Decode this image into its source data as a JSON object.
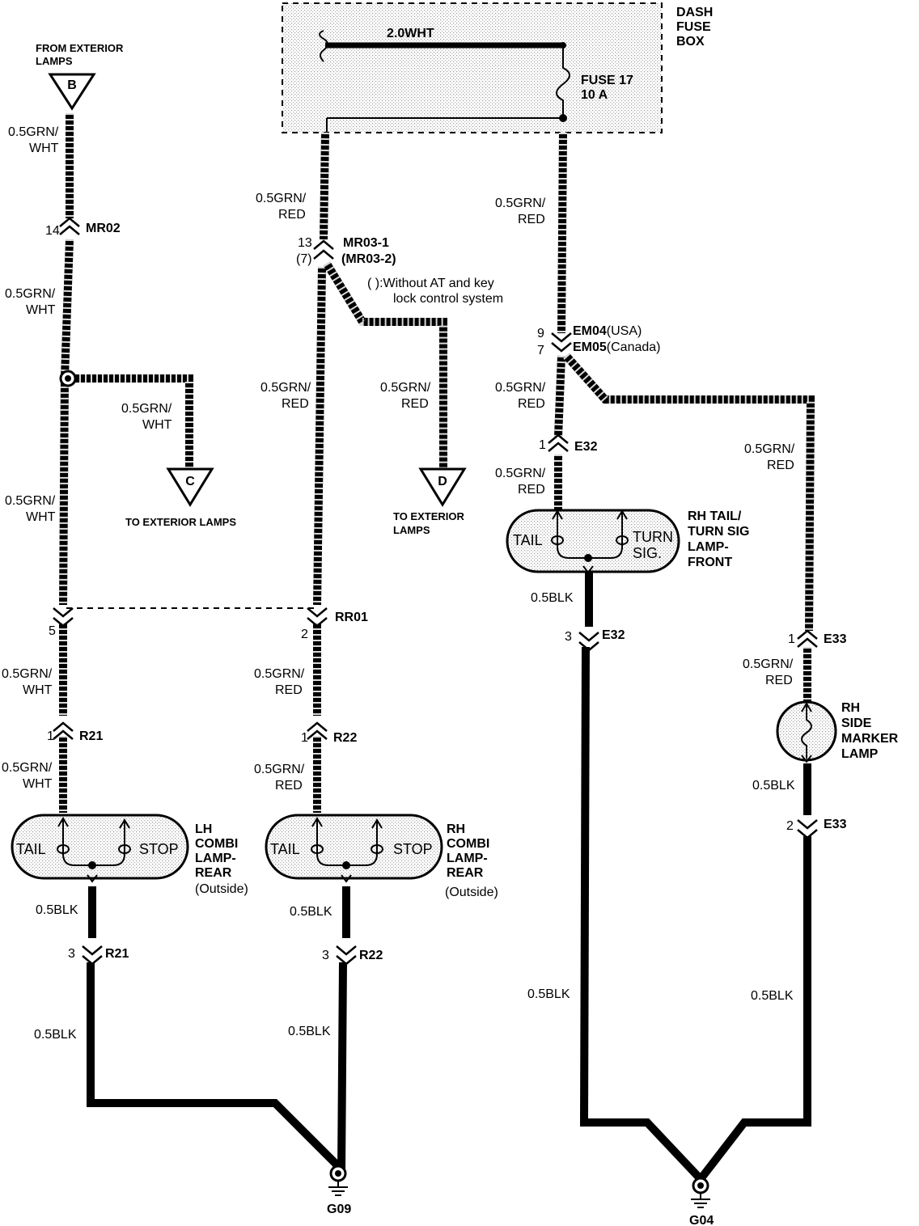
{
  "fuse_box": {
    "title": [
      "DASH",
      "FUSE",
      "BOX"
    ],
    "feed_wire": "2.0WHT",
    "fuse": [
      "FUSE 17",
      "10 A"
    ]
  },
  "wires": {
    "grn_wht_top": [
      "0.5GRN/",
      "WHT"
    ],
    "grn_wht_mid": [
      "0.5GRN/",
      "WHT"
    ],
    "grn_wht_branch_c": [
      "0.5GRN/",
      "WHT"
    ],
    "grn_wht_low": [
      "0.5GRN/",
      "WHT"
    ],
    "grn_wht_r01": [
      "0.5GRN/",
      "WHT"
    ],
    "grn_wht_r21": [
      "0.5GRN/",
      "WHT"
    ],
    "grn_red_fuse_left": [
      "0.5GRN/",
      "RED"
    ],
    "grn_red_mid_left": [
      "0.5GRN/",
      "RED"
    ],
    "grn_red_branch_d": [
      "0.5GRN/",
      "RED"
    ],
    "grn_red_r01": [
      "0.5GRN/",
      "RED"
    ],
    "grn_red_r22": [
      "0.5GRN/",
      "RED"
    ],
    "grn_red_fuse_right": [
      "0.5GRN/",
      "RED"
    ],
    "grn_red_em04": [
      "0.5GRN/",
      "RED"
    ],
    "grn_red_e32": [
      "0.5GRN/",
      "RED"
    ],
    "grn_red_branch_e33": [
      "0.5GRN/",
      "RED"
    ],
    "grn_red_e33": [
      "0.5GRN/",
      "RED"
    ],
    "blk": "0.5BLK"
  },
  "connectors": {
    "mr02": {
      "pin": "14",
      "name": "MR02"
    },
    "mr03": {
      "pin": "13",
      "pin_alt": "(7)",
      "name": "MR03-1",
      "name_alt": "(MR03-2)"
    },
    "mr03_note": [
      "(  ):Without AT and key",
      "lock control system"
    ],
    "em04": {
      "pin": "9",
      "name": "EM04",
      "suffix": "(USA)"
    },
    "em05": {
      "pin": "7",
      "name": "EM05",
      "suffix": "(Canada)"
    },
    "e32_top": {
      "pin": "1",
      "name": "E32"
    },
    "e32_bottom": {
      "pin": "3",
      "name": "E32"
    },
    "e33_top": {
      "pin": "1",
      "name": "E33"
    },
    "e33_bottom": {
      "pin": "2",
      "name": "E33"
    },
    "rr01_left_pin": "5",
    "rr01": {
      "pin": "2",
      "name": "RR01"
    },
    "r21_top": {
      "pin": "1",
      "name": "R21"
    },
    "r21_bottom": {
      "pin": "3",
      "name": "R21"
    },
    "r22_top": {
      "pin": "1",
      "name": "R22"
    },
    "r22_bottom": {
      "pin": "3",
      "name": "R22"
    }
  },
  "terminals": {
    "b": {
      "letter": "B",
      "label": [
        "FROM EXTERIOR",
        "LAMPS"
      ]
    },
    "c": {
      "letter": "C",
      "label": "TO EXTERIOR LAMPS"
    },
    "d": {
      "letter": "D",
      "label": [
        "TO EXTERIOR",
        "LAMPS"
      ]
    }
  },
  "lamps": {
    "rh_front": {
      "tail": "TAIL",
      "turn": [
        "TURN",
        "SIG."
      ],
      "name": [
        "RH TAIL/",
        "TURN SIG",
        "LAMP-",
        "FRONT"
      ]
    },
    "lh_rear": {
      "tail": "TAIL",
      "stop": "STOP",
      "name": [
        "LH",
        "COMBI",
        "LAMP-",
        "REAR"
      ],
      "note": "(Outside)"
    },
    "rh_rear": {
      "tail": "TAIL",
      "stop": "STOP",
      "name": [
        "RH",
        "COMBI",
        "LAMP-",
        "REAR"
      ],
      "note": "(Outside)"
    },
    "rh_side": {
      "name": [
        "RH",
        "SIDE",
        "MARKER",
        "LAMP"
      ]
    }
  },
  "grounds": {
    "g09": "G09",
    "g04": "G04"
  }
}
